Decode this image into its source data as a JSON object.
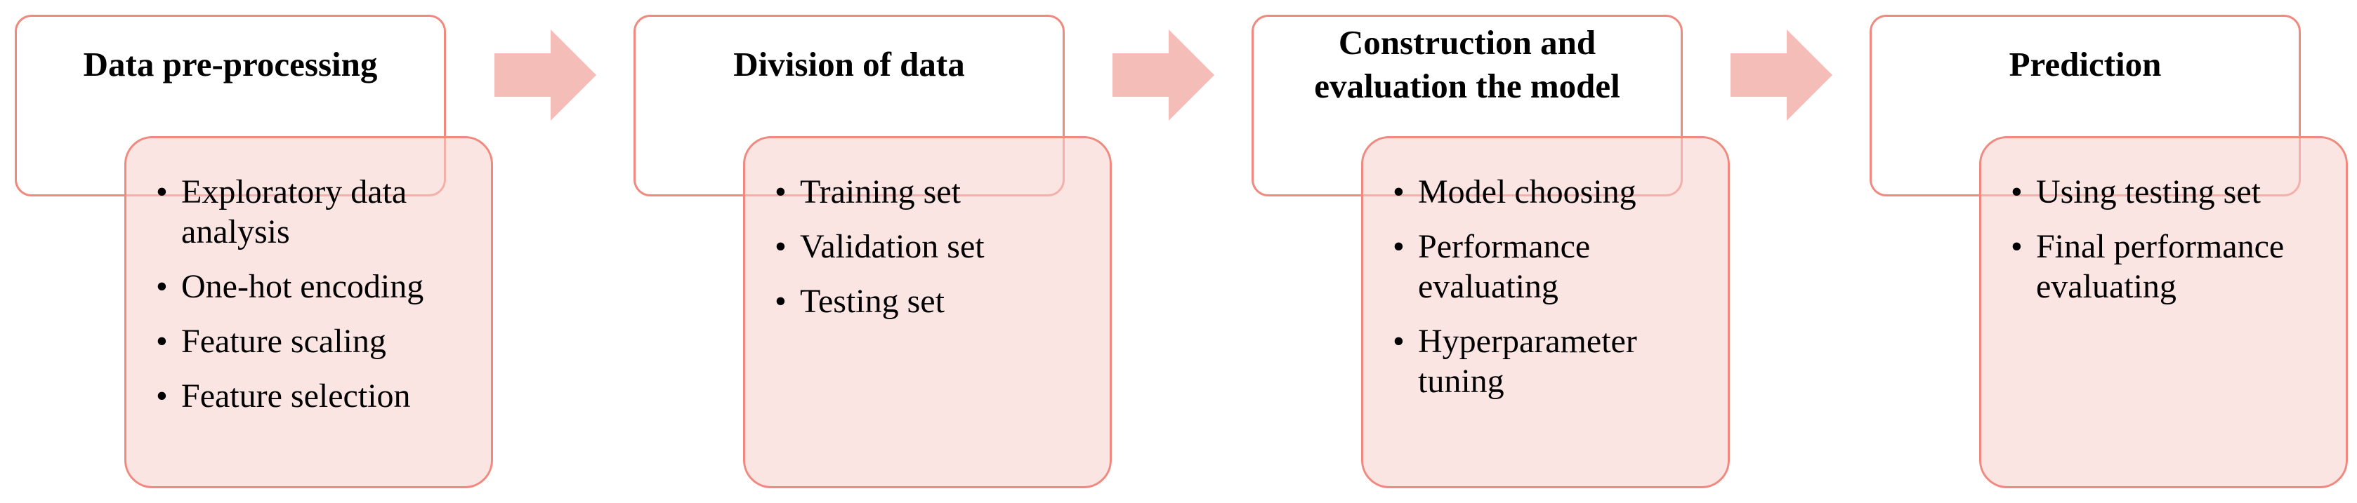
{
  "stages": [
    {
      "title": "Data pre-processing",
      "items": [
        "Exploratory data analysis",
        "One-hot encoding",
        "Feature scaling",
        "Feature selection"
      ]
    },
    {
      "title": "Division of data",
      "items": [
        "Training set",
        "Validation set",
        "Testing set"
      ]
    },
    {
      "title": "Construction and evaluation the model",
      "items": [
        "Model choosing",
        "Performance evaluating",
        "Hyperparameter tuning"
      ]
    },
    {
      "title": "Prediction",
      "items": [
        "Using testing set",
        "Final performance evaluating"
      ]
    }
  ],
  "bullet_char": "•",
  "colors": {
    "border": "#f08a80",
    "detail_fill": "#fbe3e1",
    "arrow": "#f4bdb7"
  }
}
